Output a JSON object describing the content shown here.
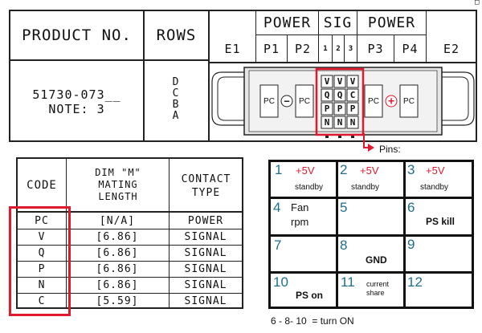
{
  "corner_mark": "□",
  "top_table": {
    "headers": {
      "product_no": "PRODUCT NO.",
      "rows": "ROWS",
      "power_left": "POWER",
      "sig": "SIG",
      "power_right": "POWER"
    },
    "subheaders": [
      "E1",
      "P1",
      "P2",
      "1",
      "2",
      "3",
      "P3",
      "P4",
      "E2"
    ],
    "product_no_value": "51730-073__",
    "note": "NOTE: 3",
    "rows_letters": [
      "D",
      "C",
      "B",
      "A"
    ]
  },
  "connector": {
    "left_pcs": [
      "PC",
      "PC"
    ],
    "right_pcs": [
      "PC",
      "PC"
    ],
    "minus_symbol": "−",
    "plus_symbol": "+",
    "grid": [
      [
        "V",
        "V",
        "V"
      ],
      [
        "Q",
        "Q",
        "C"
      ],
      [
        "P",
        "P",
        "P"
      ],
      [
        "N",
        "N",
        "N"
      ]
    ]
  },
  "pins_label": "Pins:",
  "code_table": {
    "headers": {
      "code": "CODE",
      "dim": [
        "DIM \"M\"",
        "MATING",
        "LENGTH"
      ],
      "contact": [
        "CONTACT",
        "TYPE"
      ]
    },
    "rows": [
      {
        "code": "PC",
        "dim": "[N/A]",
        "type": "POWER"
      },
      {
        "code": "V",
        "dim": "[6.86]",
        "type": "SIGNAL"
      },
      {
        "code": "Q",
        "dim": "[6.86]",
        "type": "SIGNAL"
      },
      {
        "code": "P",
        "dim": "[6.86]",
        "type": "SIGNAL"
      },
      {
        "code": "N",
        "dim": "[6.86]",
        "type": "SIGNAL"
      },
      {
        "code": "C",
        "dim": "[5.59]",
        "type": "SIGNAL"
      }
    ]
  },
  "pins_table": {
    "cells": [
      {
        "num": "1",
        "value": "+5V",
        "sub": "standby"
      },
      {
        "num": "2",
        "value": "+5V",
        "sub": "standby"
      },
      {
        "num": "3",
        "value": "+5V",
        "sub": "standby"
      },
      {
        "num": "4",
        "value": "Fan rpm",
        "sub": ""
      },
      {
        "num": "5",
        "value": "",
        "sub": ""
      },
      {
        "num": "6",
        "value": "PS kill",
        "sub": ""
      },
      {
        "num": "7",
        "value": "",
        "sub": ""
      },
      {
        "num": "8",
        "value": "GND",
        "sub": ""
      },
      {
        "num": "9",
        "value": "",
        "sub": ""
      },
      {
        "num": "10",
        "value": "PS on",
        "sub": ""
      },
      {
        "num": "11",
        "value": "current share",
        "sub": ""
      },
      {
        "num": "12",
        "value": "",
        "sub": ""
      }
    ]
  },
  "footer_note": "6 - 8- 10  = turn ON",
  "colors": {
    "highlight": "#e1192d",
    "pin_number": "#1f6f8b",
    "gray": "#d9d9d9"
  }
}
